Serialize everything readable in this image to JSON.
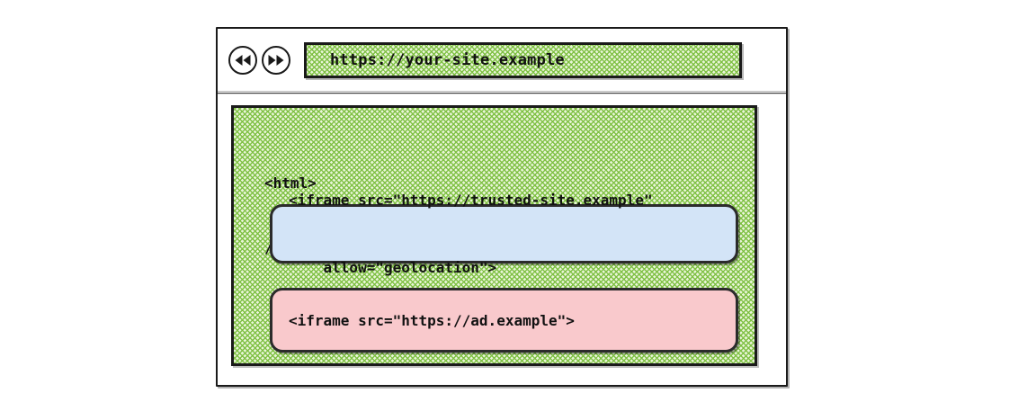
{
  "diagram": {
    "type": "browser-window-iframe-embedding",
    "window": {
      "toolbar": {
        "back_button": {
          "icon": "rewind-double-arrow-left-icon",
          "label": "Back"
        },
        "forward_button": {
          "icon": "fast-forward-double-arrow-right-icon",
          "label": "Forward"
        },
        "address_bar": {
          "value": "https://your-site.example",
          "placeholder": "https://your-site.example"
        }
      },
      "page": {
        "code_lines": [
          "<html>",
          "// your-site.example code"
        ],
        "embedded_frames": [
          {
            "id": "trusted-frame",
            "color": "#d3e4f7",
            "lines": [
              "<iframe src=\"https://trusted-site.example\"",
              "    allow=\"geolocation\">"
            ]
          },
          {
            "id": "ad-frame",
            "color": "#f9c9cc",
            "lines": [
              "<iframe src=\"https://ad.example\">"
            ]
          }
        ]
      }
    },
    "colors": {
      "page_fill_green": "#7cbf40",
      "trusted_frame_blue": "#d3e4f7",
      "ad_frame_pink": "#f9c9cc",
      "outline": "#1a1a1a",
      "background": "#ffffff"
    }
  }
}
